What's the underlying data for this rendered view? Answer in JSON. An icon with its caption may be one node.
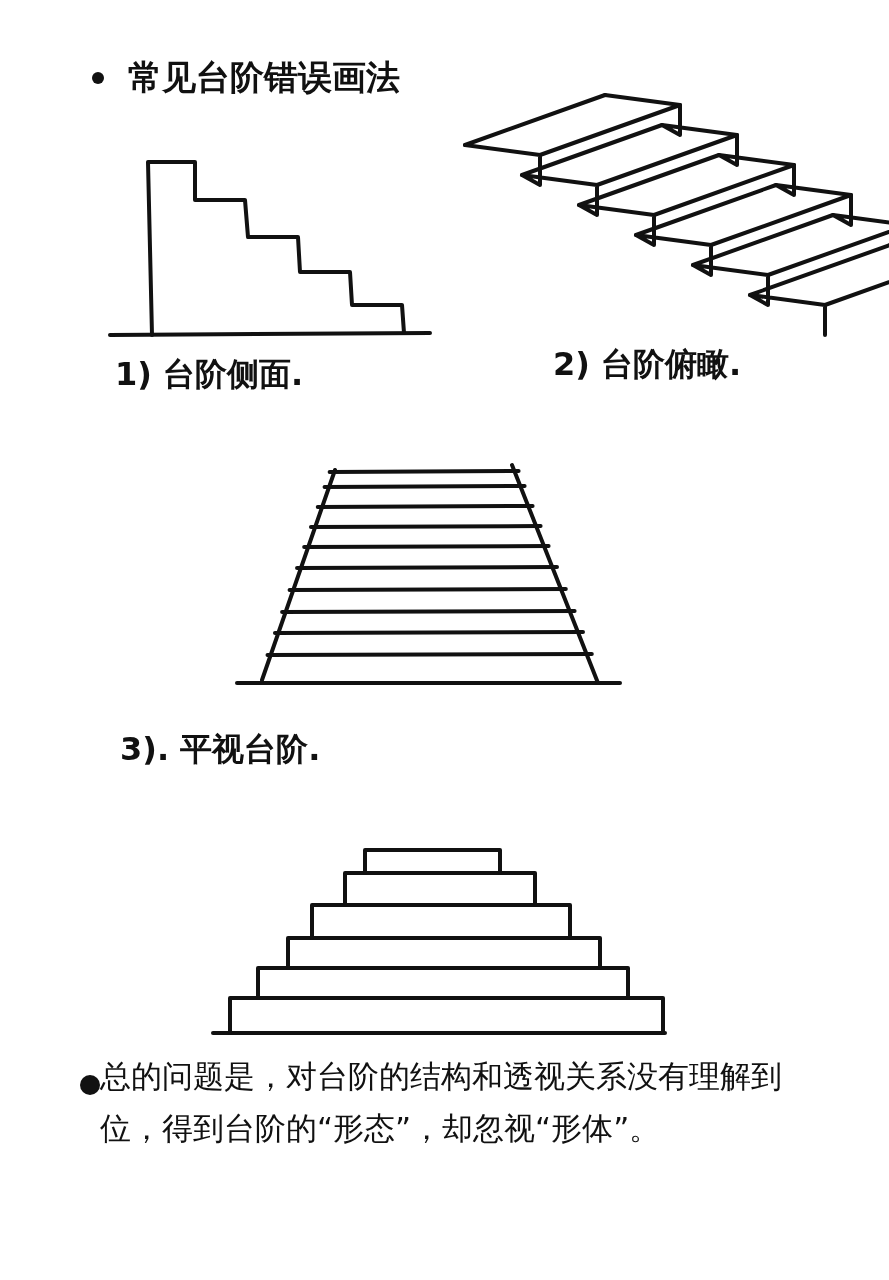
{
  "diagram": {
    "title": "常见台阶错误画法",
    "labels": [
      "1) 台阶侧面.",
      "2) 台阶俯瞰.",
      "3). 平视台阶.",
      "总的问题是，对台阶的结构和透视关系没有理解到位，得到台阶的“形态”，却忽视“形体”。"
    ]
  }
}
